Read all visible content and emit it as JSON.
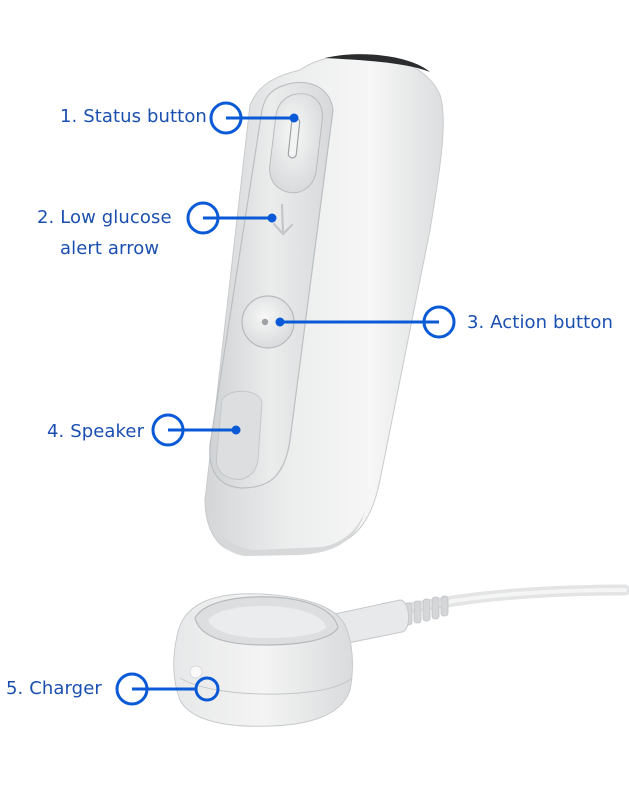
{
  "colors": {
    "accent": "#0a5ad7",
    "label_text": "#1a4fb0",
    "device_body": "#e6e7e8",
    "background": "#ffffff"
  },
  "callouts": [
    {
      "number": "1.",
      "text": "Status button",
      "lines": [
        "1. Status button"
      ]
    },
    {
      "number": "2.",
      "text": "Low glucose alert arrow",
      "lines": [
        "2. Low glucose",
        "alert arrow"
      ]
    },
    {
      "number": "3.",
      "text": "Action button",
      "lines": [
        "3. Action button"
      ]
    },
    {
      "number": "4.",
      "text": "Speaker",
      "lines": [
        "4. Speaker"
      ]
    },
    {
      "number": "5.",
      "text": "Charger",
      "lines": [
        "5. Charger"
      ]
    }
  ],
  "icons": {
    "device": "receiver-device-illustration",
    "charger": "charger-dock-illustration",
    "cable": "usb-cable-illustration"
  }
}
